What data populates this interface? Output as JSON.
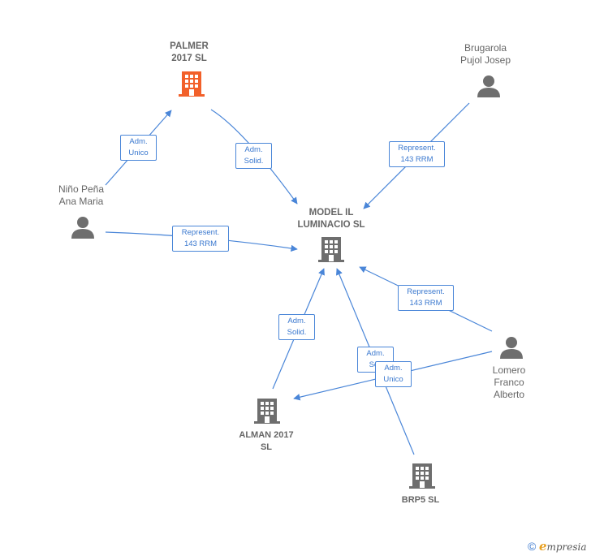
{
  "colors": {
    "edge": "#4a86d8",
    "building": "#6e6e6e",
    "building_highlight": "#f2602a",
    "person": "#6e6e6e"
  },
  "nodes": {
    "palmer": {
      "label": "PALMER\n2017  SL",
      "type": "company",
      "highlight": true
    },
    "brugarola": {
      "label": "Brugarola\nPujol Josep",
      "type": "person"
    },
    "nino": {
      "label": "Niño Peña\nAna Maria",
      "type": "person"
    },
    "model": {
      "label": "MODEL IL\nLUMINACIO SL",
      "type": "company"
    },
    "lomero": {
      "label": "Lomero\nFranco\nAlberto",
      "type": "person"
    },
    "alman": {
      "label": "ALMAN 2017\nSL",
      "type": "company"
    },
    "brp5": {
      "label": "BRP5  SL",
      "type": "company"
    }
  },
  "edges": {
    "e1": "Adm.\nUnico",
    "e2": "Adm.\nSolid.",
    "e3": "Represent.\n143 RRM",
    "e4": "Represent.\n143 RRM",
    "e5": "Represent.\n143 RRM",
    "e6": "Adm.\nSolid.",
    "e7": "Adm.\nSoli",
    "e8": "Adm.\nUnico"
  },
  "footer": {
    "copyright": "©",
    "brand_e": "e",
    "brand_rest": "mpresia"
  }
}
